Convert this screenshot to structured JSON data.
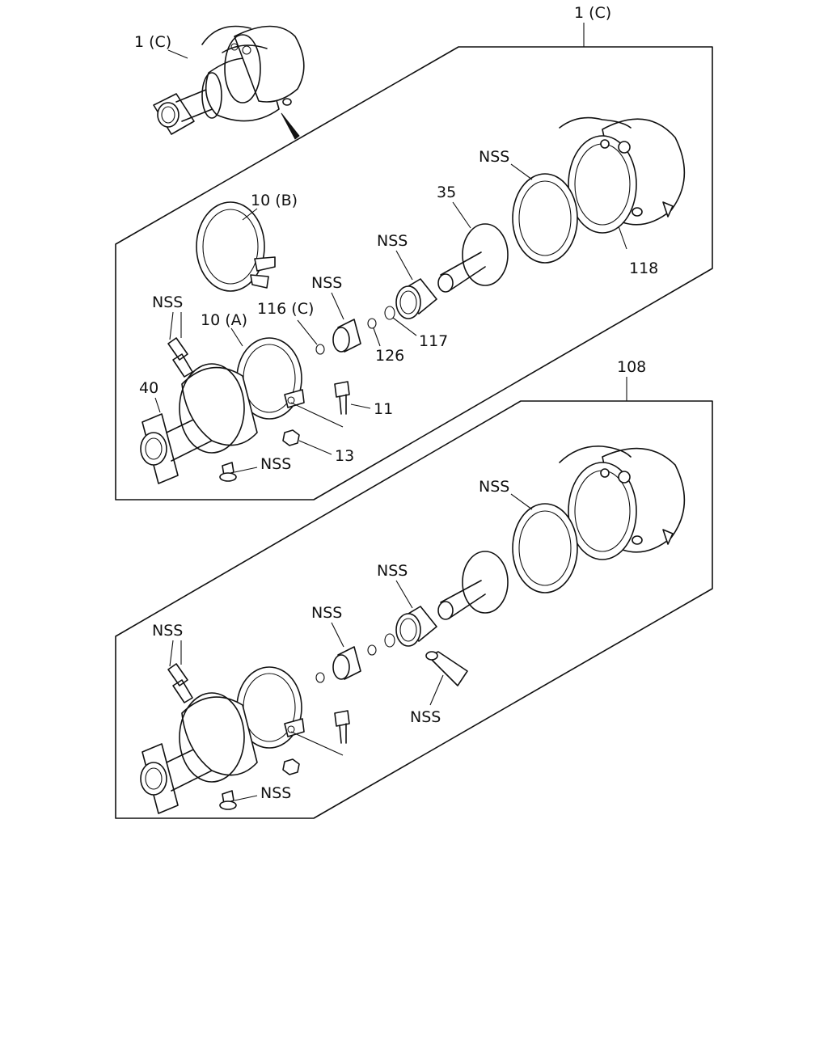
{
  "title": "",
  "labels": {
    "assy_overview": "1 (C)",
    "assy_group_top": "1 (C)",
    "part_10b": "10 (B)",
    "part_10a": "10 (A)",
    "part_40": "40",
    "part_35": "35",
    "part_118": "118",
    "part_116c": "116 (C)",
    "part_126": "126",
    "part_117": "117",
    "part_11": "11",
    "part_13": "13",
    "nss": "NSS",
    "assy_group_bottom": "108"
  }
}
